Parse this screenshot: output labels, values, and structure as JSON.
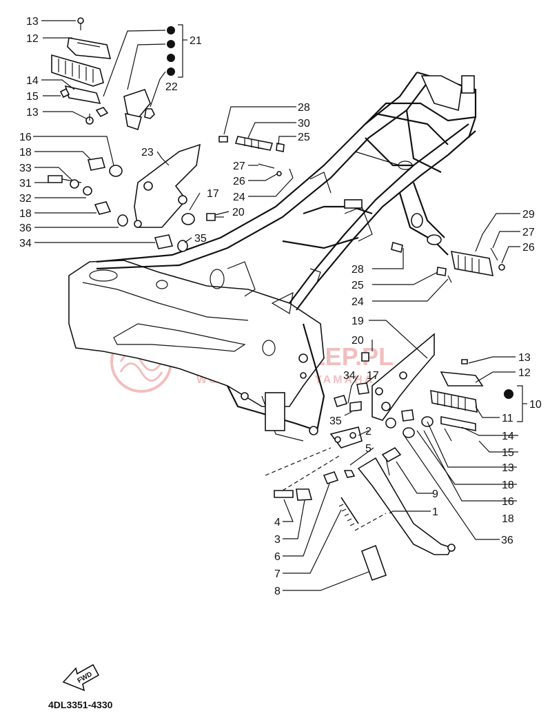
{
  "diagram_code": "4DL3351-4330",
  "fwd_label": "FWD",
  "watermark": {
    "line1": "YAMA-SKLEP.PL",
    "line2": "WODNY SERWIS YAMAHA",
    "color": "#e88a8a"
  },
  "callouts": {
    "c13a": "13",
    "c12a": "12",
    "c21": "21",
    "c14a": "14",
    "c15a": "15",
    "c13b": "13",
    "c22": "22",
    "c16": "16",
    "c18a": "18",
    "c33": "33",
    "c31": "31",
    "c32": "32",
    "c18b": "18",
    "c36a": "36",
    "c34a": "34",
    "c23": "23",
    "c17a": "17",
    "c20a": "20",
    "c35a": "35",
    "c28a": "28",
    "c30": "30",
    "c25a": "25",
    "c27a": "27",
    "c26a": "26",
    "c24a": "24",
    "c29": "29",
    "c27b": "27",
    "c26b": "26",
    "c28b": "28",
    "c25b": "25",
    "c24b": "24",
    "c19": "19",
    "c20b": "20",
    "c13c": "13",
    "c12b": "12",
    "c34b": "34",
    "c17b": "17",
    "c10": "10",
    "c11": "11",
    "c35b": "35",
    "c14b": "14",
    "c15b": "15",
    "c2": "2",
    "c13d": "13",
    "c5": "5",
    "c18c": "18",
    "c16b": "16",
    "c9": "9",
    "c18d": "18",
    "c4": "4",
    "c1": "1",
    "c3": "3",
    "c36b": "36",
    "c6": "6",
    "c7": "7",
    "c8": "8"
  }
}
